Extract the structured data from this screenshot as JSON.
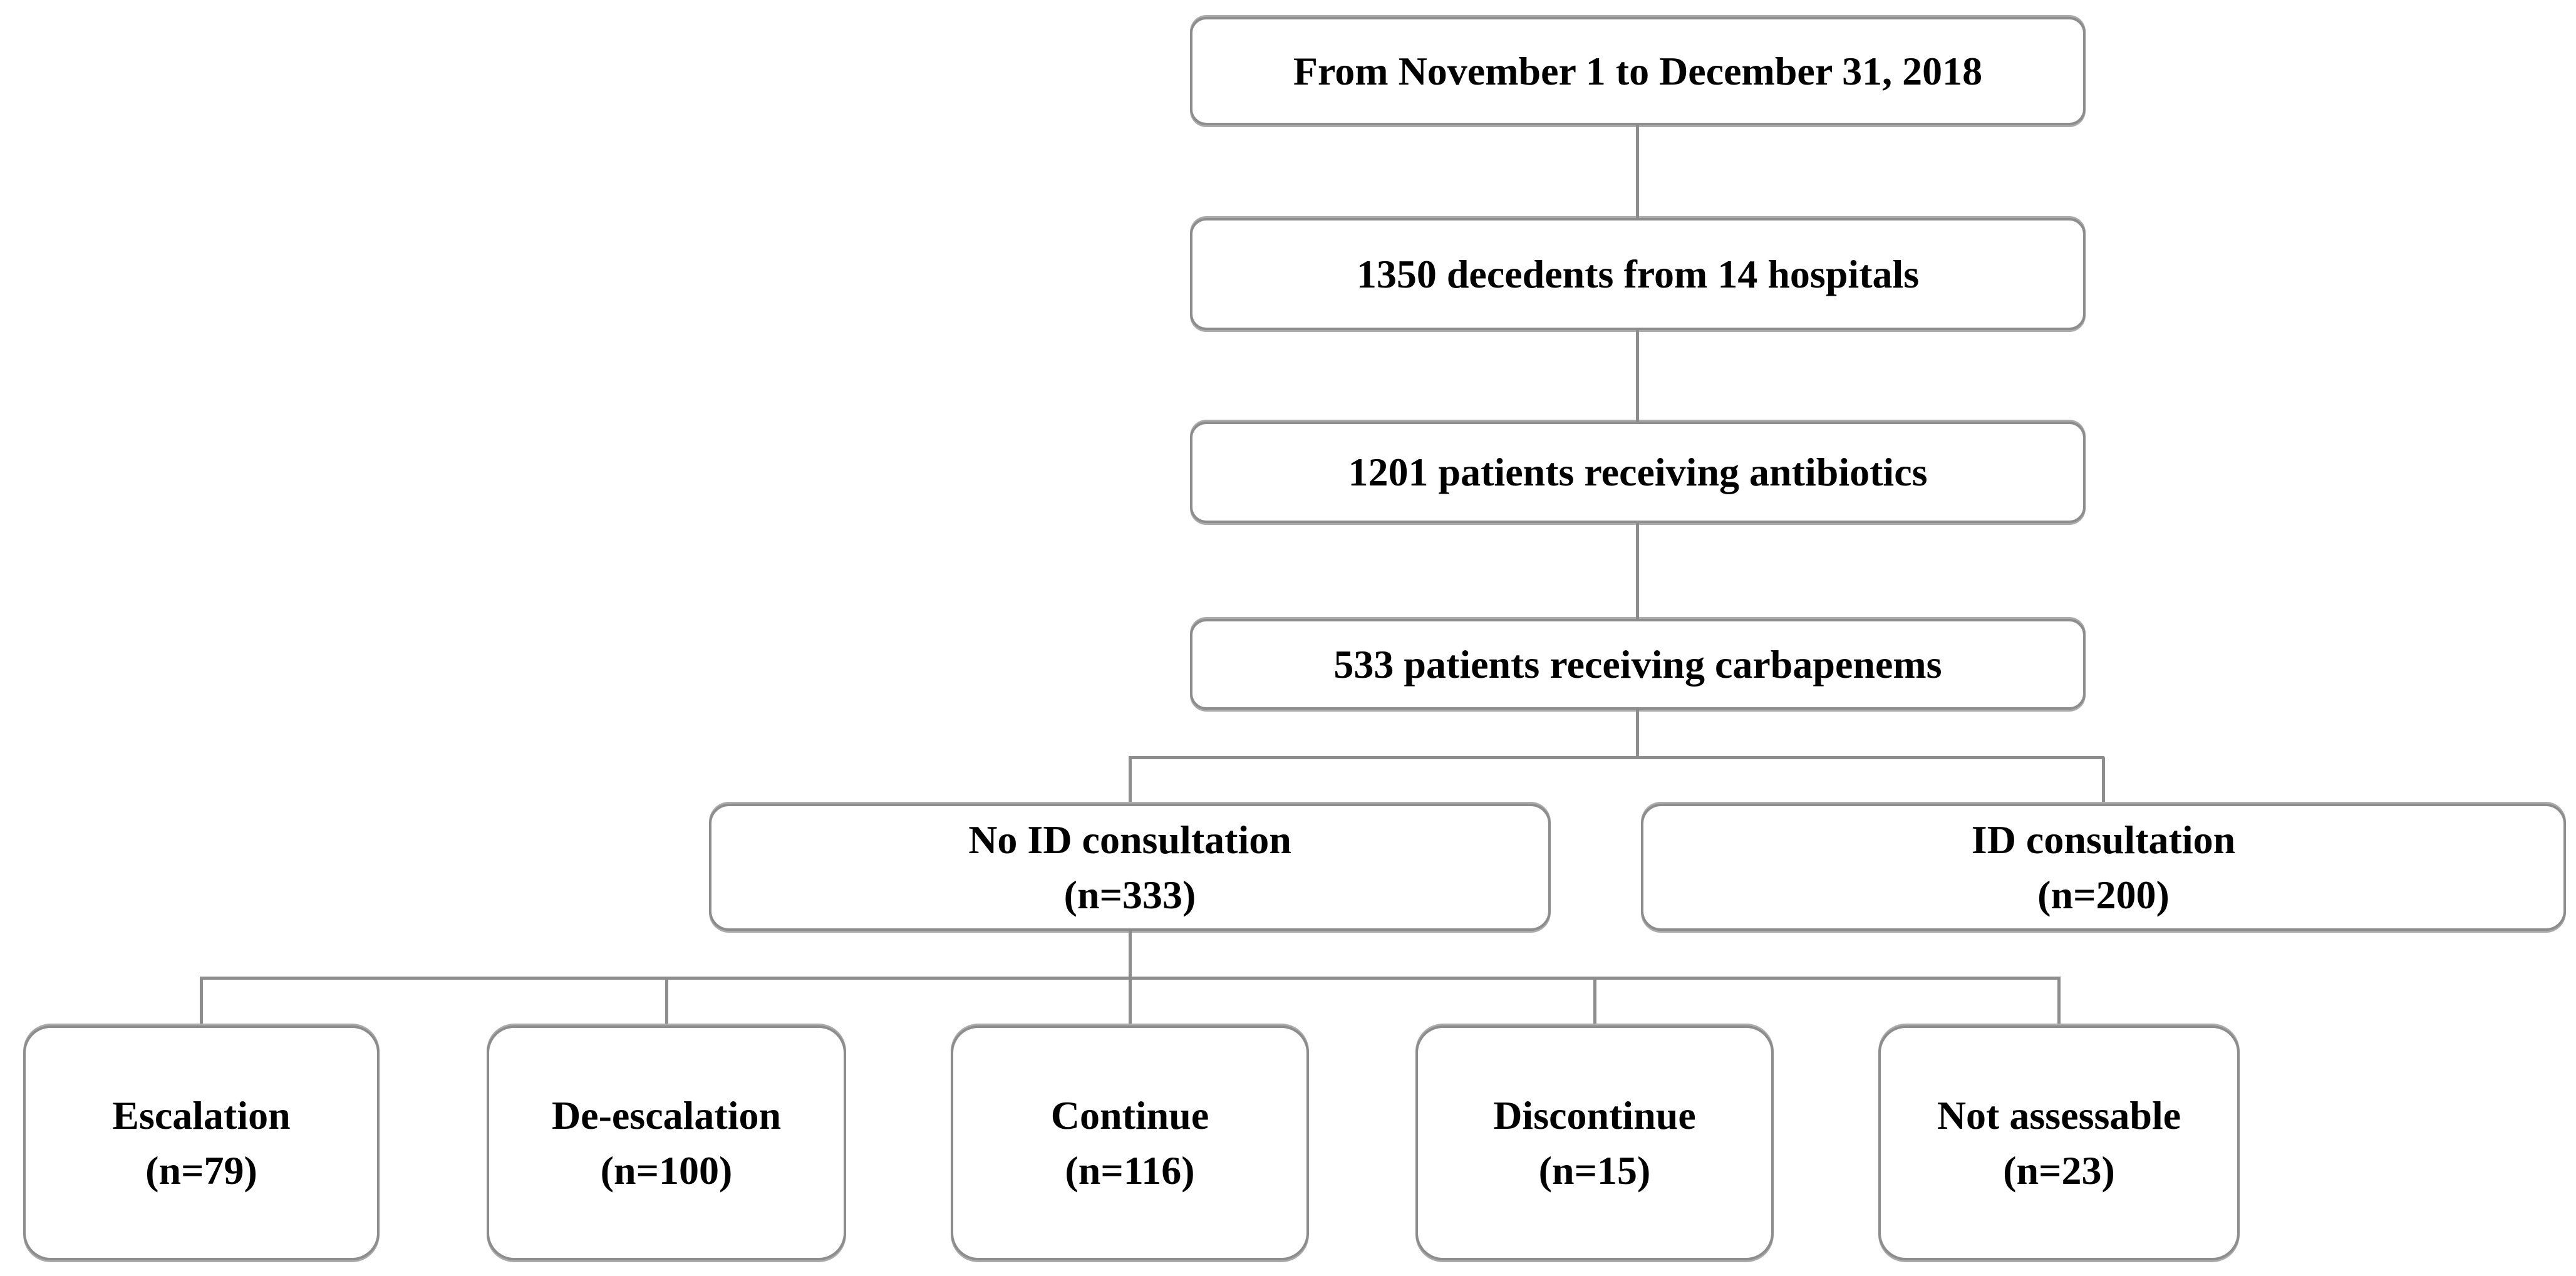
{
  "flow": {
    "chain": [
      {
        "label": "From November 1 to December 31, 2018"
      },
      {
        "label": "1350 decedents from 14 hospitals"
      },
      {
        "label": "1201 patients receiving antibiotics"
      },
      {
        "label": "533 patients receiving carbapenems"
      }
    ],
    "split": [
      {
        "label": "No ID consultation",
        "n": "(n=333)"
      },
      {
        "label": "ID consultation",
        "n": "(n=200)"
      }
    ],
    "outcomes": [
      {
        "label": "Escalation",
        "n": "(n=79)"
      },
      {
        "label": "De-escalation",
        "n": "(n=100)"
      },
      {
        "label": "Continue",
        "n": "(n=116)"
      },
      {
        "label": "Discontinue",
        "n": "(n=15)"
      },
      {
        "label": "Not assessable",
        "n": "(n=23)"
      }
    ]
  },
  "colors": {
    "box_border": "#8d8d8d",
    "connector": "#8d8d8d",
    "text": "#000000",
    "background": "#ffffff"
  }
}
